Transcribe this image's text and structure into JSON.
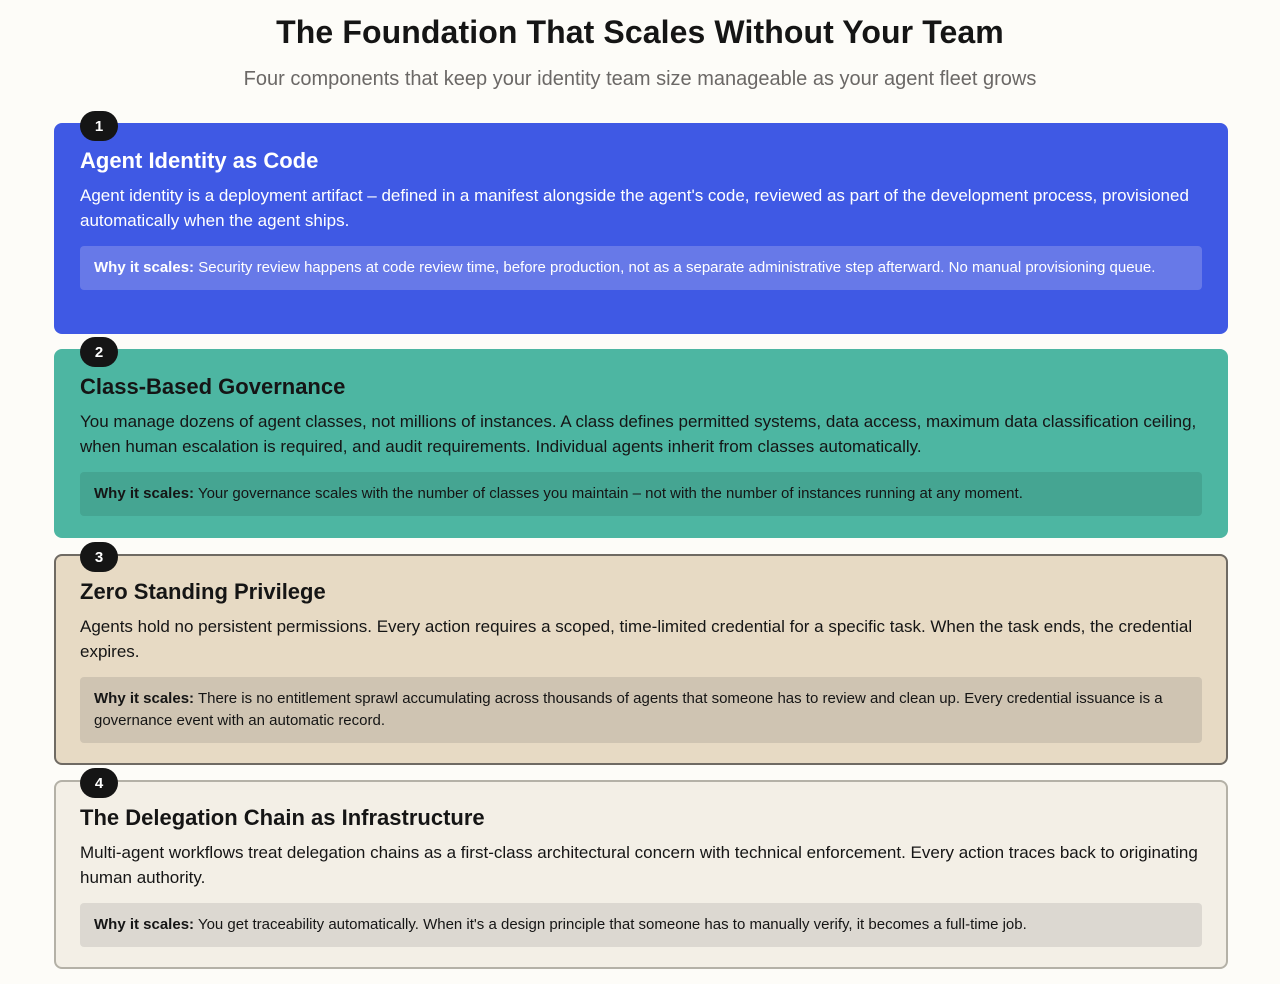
{
  "header": {
    "title": "The Foundation That Scales Without Your Team",
    "subtitle": "Four components that keep your identity team size manageable as your agent fleet grows"
  },
  "why_label": "Why it scales:",
  "cards": [
    {
      "number": "1",
      "title": "Agent Identity as Code",
      "description": "Agent identity is a deployment artifact – defined in a manifest alongside the agent's code, reviewed as part of the development process, provisioned automatically when the agent ships.",
      "why": "Security review happens at code review time, before production, not as a separate administrative step afterward. No manual provisioning queue.",
      "color": "#3f59e4"
    },
    {
      "number": "2",
      "title": "Class-Based Governance",
      "description": "You manage dozens of agent classes, not millions of instances. A class defines permitted systems, data access, maximum data classification ceiling, when human escalation is required, and audit requirements. Individual agents inherit from classes automatically.",
      "why": "Your governance scales with the number of classes you maintain – not with the number of instances running at any moment.",
      "color": "#4db6a2"
    },
    {
      "number": "3",
      "title": "Zero Standing Privilege",
      "description": "Agents hold no persistent permissions. Every action requires a scoped, time-limited credential for a specific task. When the task ends, the credential expires.",
      "why": "There is no entitlement sprawl accumulating across thousands of agents that someone has to review and clean up. Every credential issuance is a governance event with an automatic record.",
      "color": "#e7dac4"
    },
    {
      "number": "4",
      "title": "The Delegation Chain as Infrastructure",
      "description": "Multi-agent workflows treat delegation chains as a first-class architectural concern with technical enforcement. Every action traces back to originating human authority.",
      "why": "You get traceability automatically. When it's a design principle that someone has to manually verify, it becomes a full-time job.",
      "color": "#f3efe6"
    }
  ]
}
